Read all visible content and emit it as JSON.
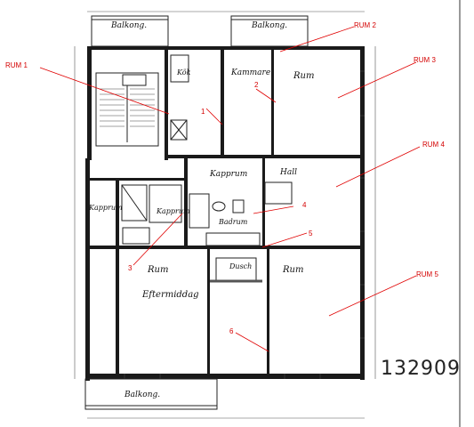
{
  "balconies": {
    "left": "Balkong.",
    "right": "Balkong.",
    "bottom": "Balkong."
  },
  "rooms": {
    "kok": "Kök",
    "rum": "Rum",
    "kammare": "Kammare",
    "hall": "Hall",
    "kapprum_center": "Kapprum",
    "kapprum_left": "Kapprum",
    "kapprum_mid": "Kapprum",
    "badrum": "Badrum",
    "dusch": "Dusch",
    "rum_lower": "Rum",
    "eftermiddag": "Eftermiddag"
  },
  "labels": {
    "rum1": "RUM 1",
    "rum2": "RUM 2",
    "rum3": "RUM 3",
    "rum4": "RUM 4",
    "rum5": "RUM 5",
    "n1": "1",
    "n2": "2",
    "n3": "3",
    "n4": "4",
    "n5": "5",
    "n6": "6"
  },
  "doc_number": "132909",
  "colors": {
    "annotation": "#d40000",
    "ink": "#1a1a1a"
  }
}
